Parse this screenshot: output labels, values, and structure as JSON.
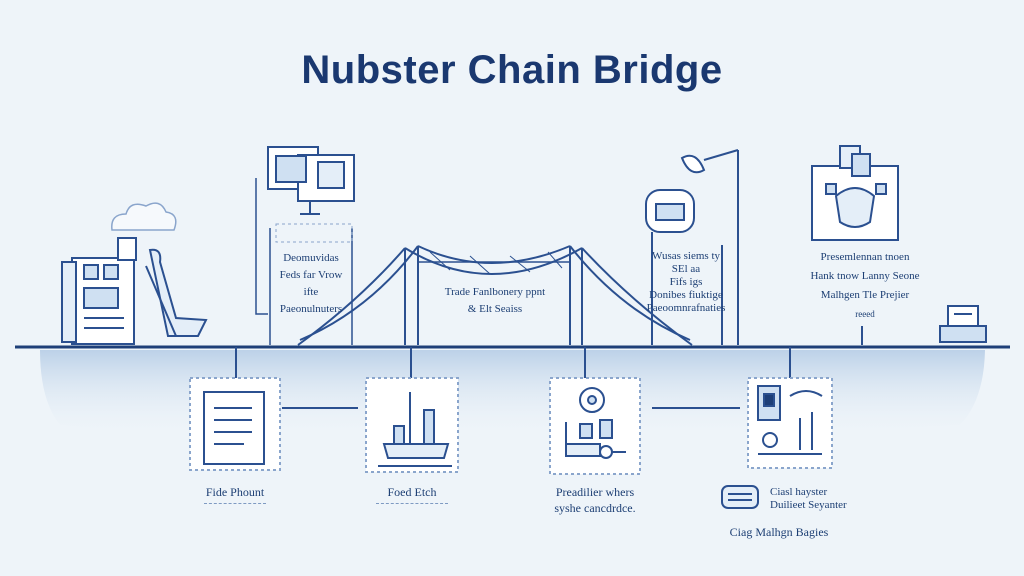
{
  "title": "Nubster Chain Bridge",
  "callouts": {
    "left": [
      "Deomuvidas",
      "Feds far Vrow",
      "ifte",
      "Paeonulnuters"
    ],
    "bridge": [
      "Trade Fanlbonery ppnt",
      "& Elt Seaiss"
    ],
    "mid_right": [
      "Wusas siems ty",
      "SEl aa",
      "Fifs igs",
      "Donibes fiuktige",
      "Paeoomnrafnaties"
    ],
    "right": [
      "Presemlennan tnoen",
      "Hank tnow Lanny Seone",
      "Malhgen Tle Prejier",
      "reeed"
    ]
  },
  "nodes": [
    {
      "label": "Fide Phount"
    },
    {
      "label": "Foed Etch"
    },
    {
      "label": "Preadilier whers",
      "sub": "syshe cancdrdce."
    },
    {
      "legend": [
        "Ciasl hayster",
        "Duilieet Seyanter"
      ],
      "caption": "Ciag Malhgn Bagies"
    }
  ],
  "colors": {
    "line": "#2b5090",
    "accent": "#1a3870",
    "band": "#c9daed"
  }
}
